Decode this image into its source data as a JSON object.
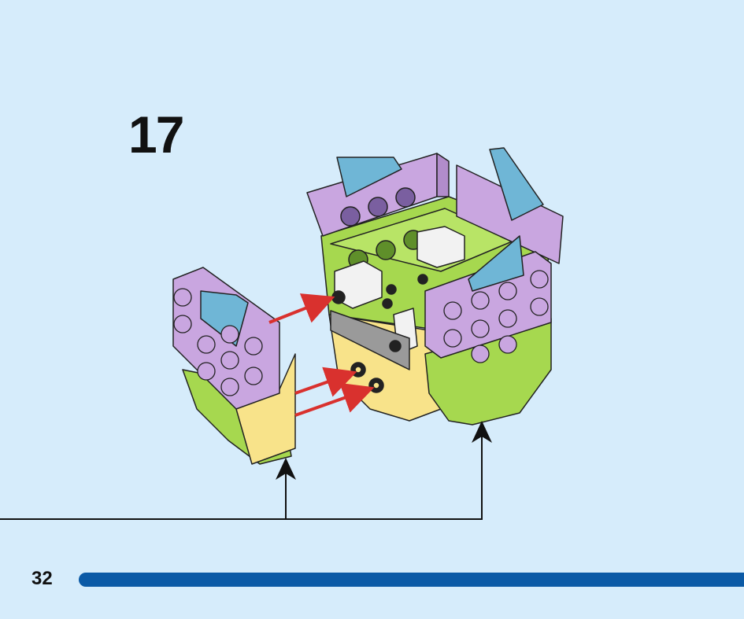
{
  "manual_page": {
    "step_number": "17",
    "page_number": "32",
    "progress_fraction": 1.0
  },
  "colors": {
    "background": "#d6ecfb",
    "lime": "#a6d84f",
    "lilac": "#c9a6e0",
    "teal": "#6fb6d6",
    "yellow": "#f8e38a",
    "white": "#f2f2f2",
    "arrow_red": "#d9312e",
    "progress_blue": "#0b5aa6"
  },
  "icons": [
    "callout-arrow-icon",
    "insert-arrow-icon"
  ]
}
